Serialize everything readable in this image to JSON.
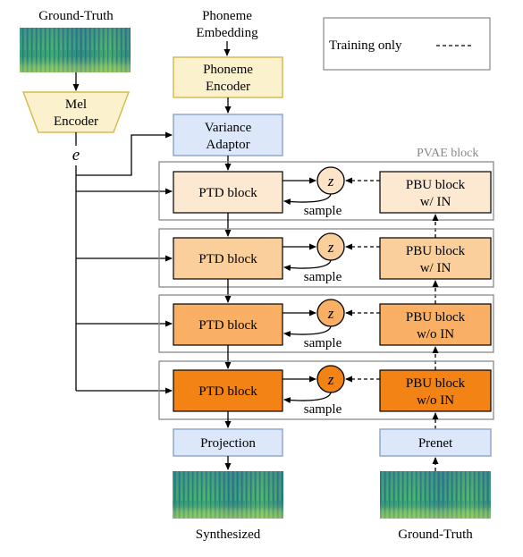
{
  "colors": {
    "tan_fill": "#fbf1cd",
    "tan_stroke": "#d8bb52",
    "blue_fill": "#dce8fa",
    "blue_stroke": "#8fa9c9",
    "ptd_levels": [
      "#fde8d2",
      "#fbcf9c",
      "#f9b065",
      "#f28314"
    ],
    "pbu_levels": [
      "#fde8d2",
      "#fbcf9c",
      "#f9b065",
      "#f28314"
    ],
    "z_fills": [
      "#fde3c8",
      "#fbcf9c",
      "#f9b065",
      "#f28314"
    ],
    "pvae_frame": "#8a8a8a"
  },
  "labels": {
    "ground_truth_top": "Ground-Truth",
    "phoneme_embedding": [
      "Phoneme",
      "Embedding"
    ],
    "phoneme_encoder": [
      "Phoneme",
      "Encoder"
    ],
    "mel_encoder": [
      "Mel",
      "Encoder"
    ],
    "e": "e",
    "variance_adaptor": [
      "Variance",
      "Adaptor"
    ],
    "legend_training_only": "Training only",
    "pvae_block": "PVAE block",
    "projection": "Projection",
    "prenet": "Prenet",
    "synthesized": "Synthesized",
    "ground_truth_bottom": "Ground-Truth"
  },
  "blocks": [
    {
      "ptd": "PTD block",
      "z": "z",
      "sample": "sample",
      "pbu": [
        "PBU block",
        "w/ IN"
      ]
    },
    {
      "ptd": "PTD block",
      "z": "z",
      "sample": "sample",
      "pbu": [
        "PBU block",
        "w/ IN"
      ]
    },
    {
      "ptd": "PTD block",
      "z": "z",
      "sample": "sample",
      "pbu": [
        "PBU block",
        "w/o IN"
      ]
    },
    {
      "ptd": "PTD block",
      "z": "z",
      "sample": "sample",
      "pbu": [
        "PBU block",
        "w/o IN"
      ]
    }
  ]
}
